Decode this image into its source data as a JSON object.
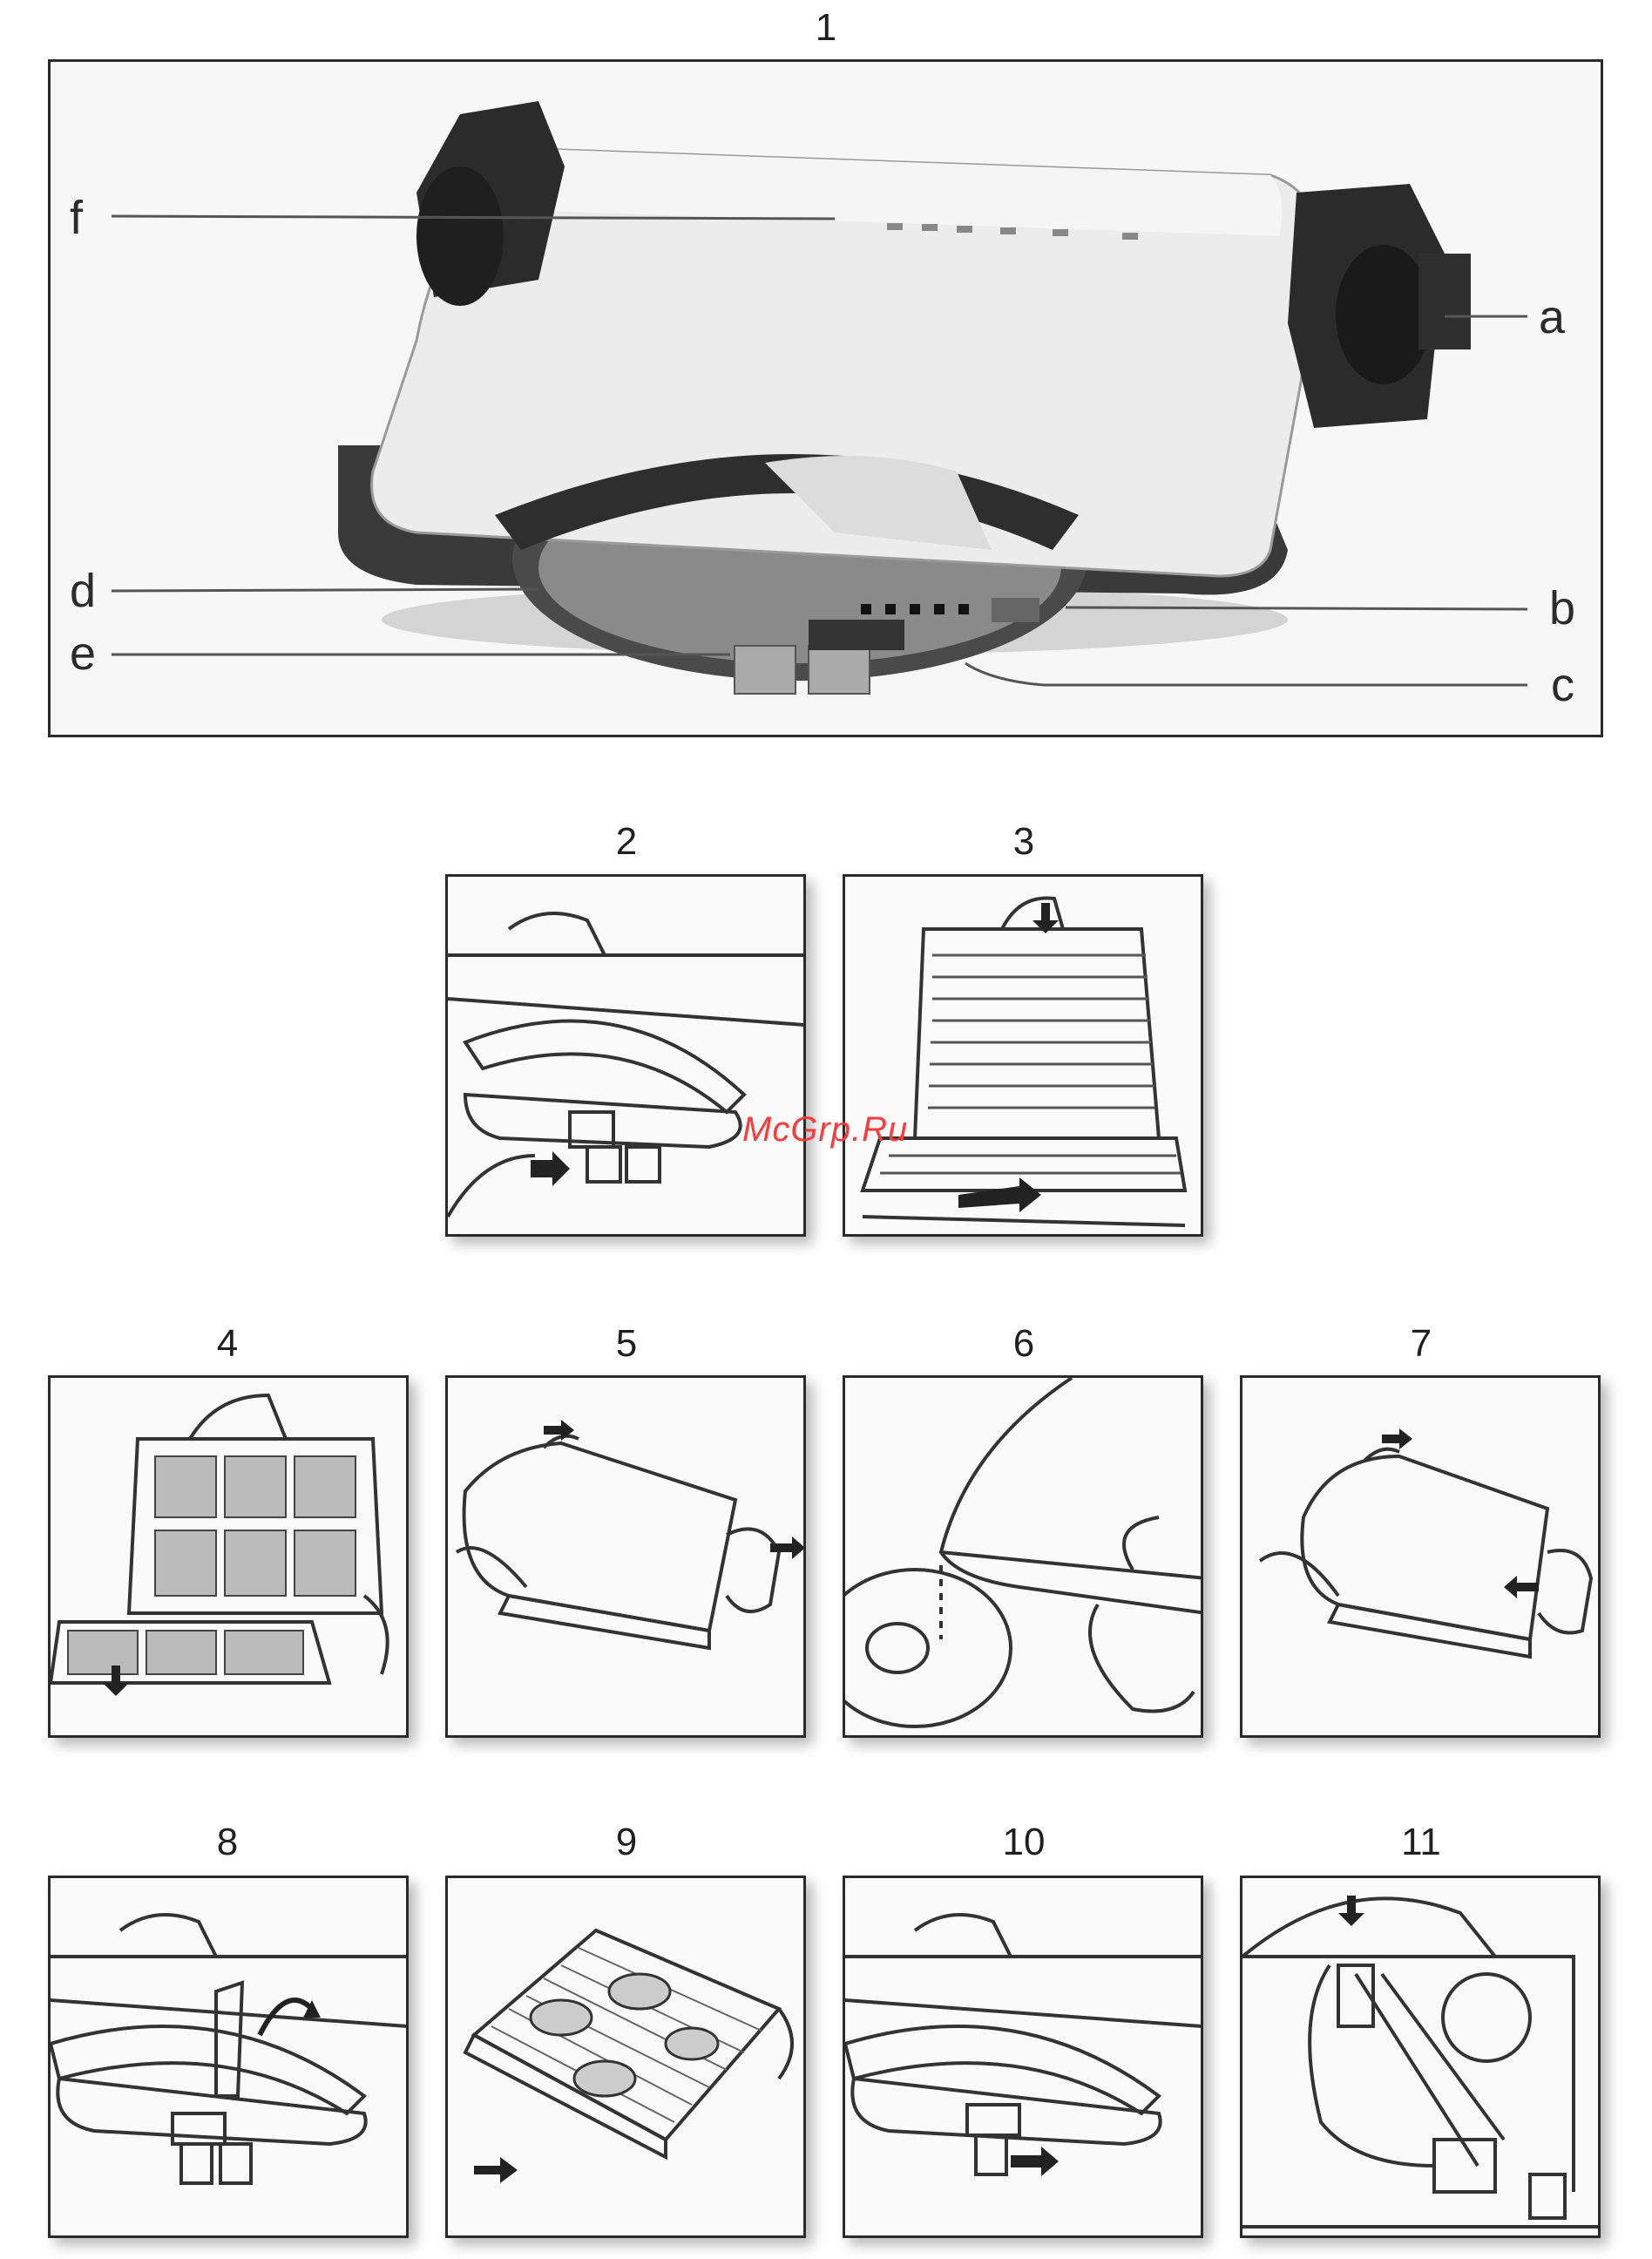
{
  "main_figure": {
    "number": "1",
    "callouts": {
      "a": "a",
      "b": "b",
      "c": "c",
      "d": "d",
      "e": "e",
      "f": "f"
    }
  },
  "steps": [
    {
      "number": "2"
    },
    {
      "number": "3"
    },
    {
      "number": "4"
    },
    {
      "number": "5"
    },
    {
      "number": "6"
    },
    {
      "number": "7"
    },
    {
      "number": "8"
    },
    {
      "number": "9"
    },
    {
      "number": "10"
    },
    {
      "number": "11"
    }
  ],
  "watermark": "McGrp.Ru",
  "colors": {
    "frame": "#2a2a2a",
    "watermark": "#ff3a3a",
    "device_dark": "#2e2e2e",
    "device_light": "#e9e9e9"
  }
}
